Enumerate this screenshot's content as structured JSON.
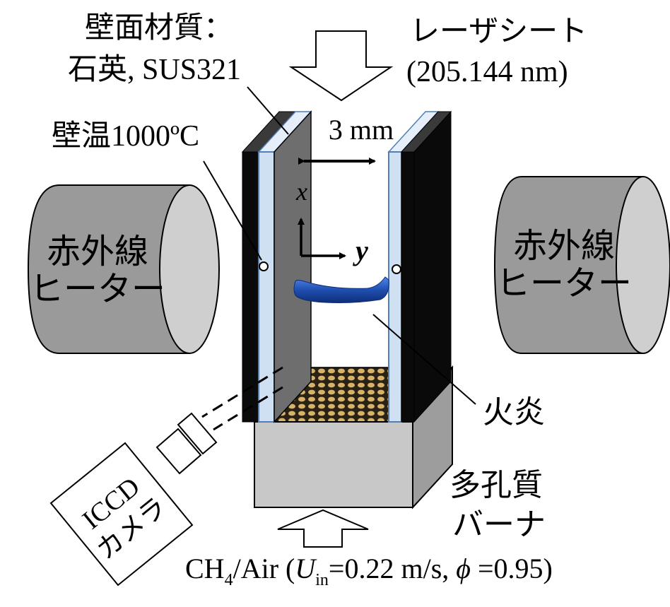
{
  "labels": {
    "wall_material_title": "壁面材質：",
    "wall_material_value": "石英, SUS321",
    "laser_line1": "レーザシート",
    "laser_line2": "(205.144 nm)",
    "wall_temp": "壁温1000ºC",
    "gap": "3 mm",
    "axis_x": "x",
    "axis_y": "y",
    "heater_left_line1": "赤外線",
    "heater_left_line2": "ヒーター",
    "heater_right_line1": "赤外線",
    "heater_right_line2": "ヒーター",
    "flame": "火炎",
    "burner_line1": "多孔質",
    "burner_line2": "バーナ",
    "camera_line1": "ICCD",
    "camera_line2": "カメラ",
    "inflow_ch": "CH",
    "inflow_ch_sub": "4",
    "inflow_air": "/Air (",
    "inflow_u": "U",
    "inflow_u_sub": "in",
    "inflow_u_val": "=0.22 m/s, ",
    "inflow_phi": "ϕ",
    "inflow_phi_val": " =0.95)"
  },
  "colors": {
    "heater_fill": "#9a9a9a",
    "heater_face": "#cfcfcf",
    "wall_dark": "#0a0a0a",
    "quartz": "#cfe0f2",
    "quartz_edge": "#4f7fb6",
    "front_plate": "#6e6e6e",
    "flame_blue": "#1f4fb0",
    "burner_front": "#c8c8c8",
    "burner_side": "#9d9d9d",
    "burner_mesh": "#8a6a2a"
  }
}
